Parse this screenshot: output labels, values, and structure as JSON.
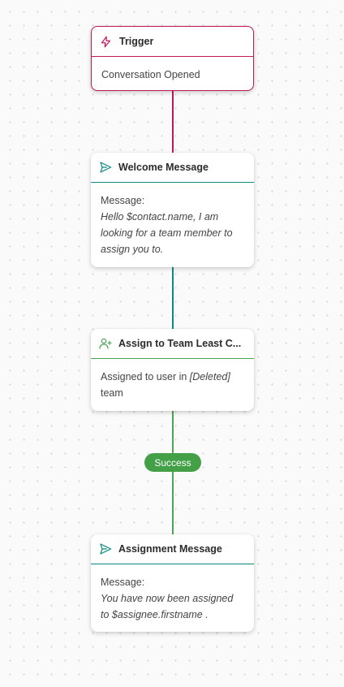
{
  "colors": {
    "trigger": "#c2185b",
    "message": "#0e8a82",
    "assign": "#4aa650",
    "success": "#43a047"
  },
  "nodes": {
    "trigger": {
      "icon": "lightning-icon",
      "title": "Trigger",
      "body": "Conversation Opened"
    },
    "welcome": {
      "icon": "send-icon",
      "title": "Welcome Message",
      "label": "Message:",
      "text": "Hello $contact.name, I am looking for a team member to assign you to."
    },
    "assign": {
      "icon": "user-plus-icon",
      "title": "Assign to Team Least C...",
      "text_prefix": "Assigned to user in",
      "team": "[Deleted]",
      "text_suffix": "team"
    },
    "assignment_message": {
      "icon": "send-icon",
      "title": "Assignment Message",
      "label": "Message:",
      "text": "You have now been assigned to $assignee.firstname ."
    }
  },
  "edges": {
    "success_label": "Success"
  }
}
